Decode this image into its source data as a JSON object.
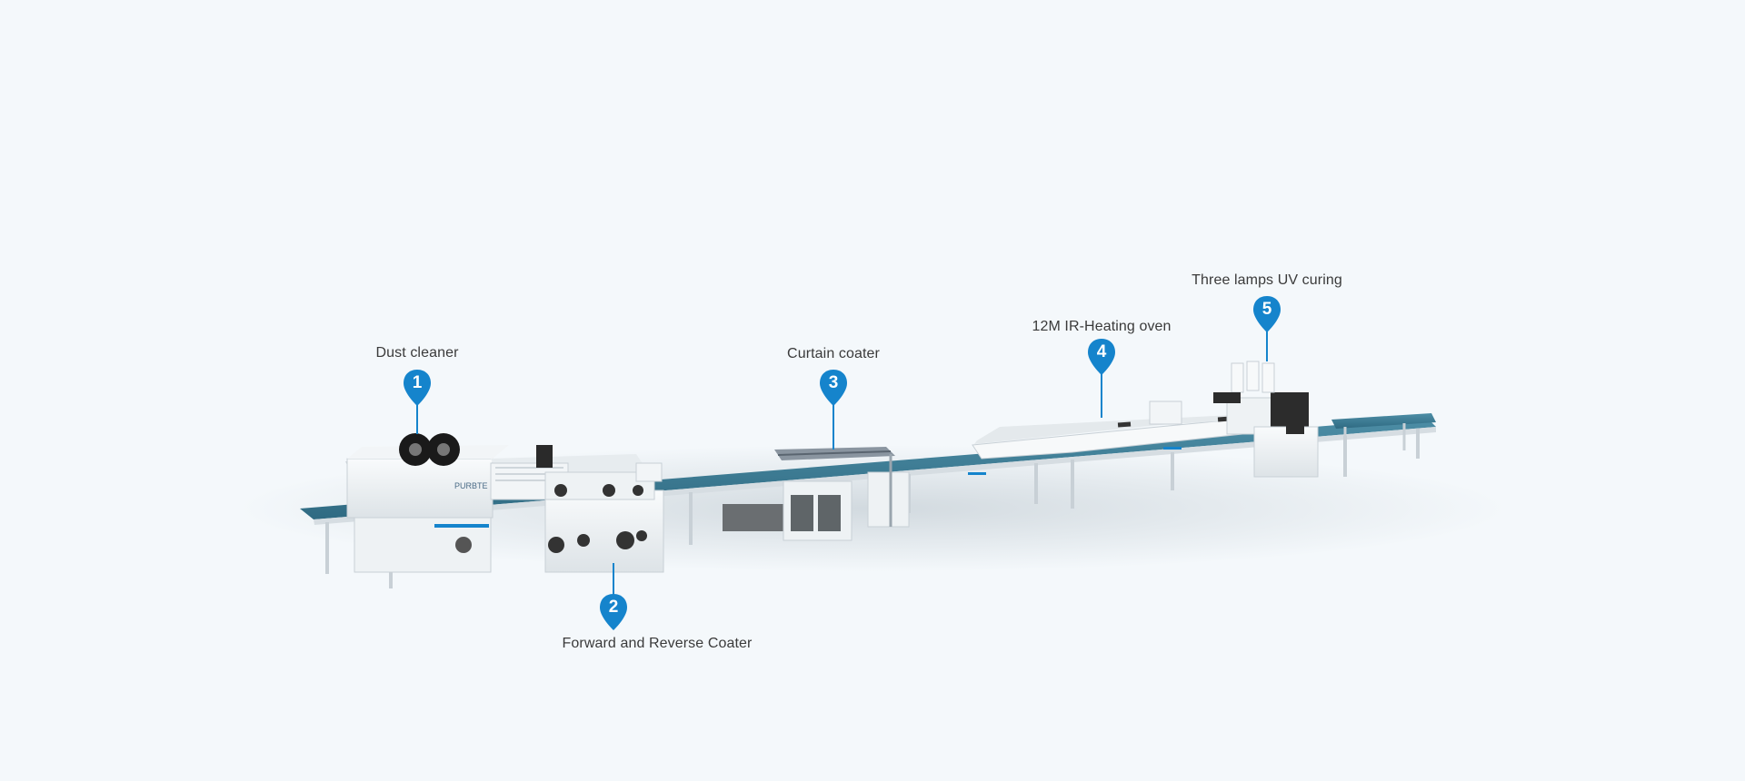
{
  "diagram": {
    "brand_text": "PURBTE",
    "colors": {
      "accent": "#1584cc",
      "belt": "#3f7f98",
      "frame": "#e9edf0",
      "background": "#f4f8fb"
    },
    "callouts": [
      {
        "number": "1",
        "label": "Dust cleaner"
      },
      {
        "number": "2",
        "label": "Forward and Reverse Coater"
      },
      {
        "number": "3",
        "label": "Curtain coater"
      },
      {
        "number": "4",
        "label": "12M IR-Heating oven"
      },
      {
        "number": "5",
        "label": "Three lamps UV curing"
      }
    ]
  }
}
